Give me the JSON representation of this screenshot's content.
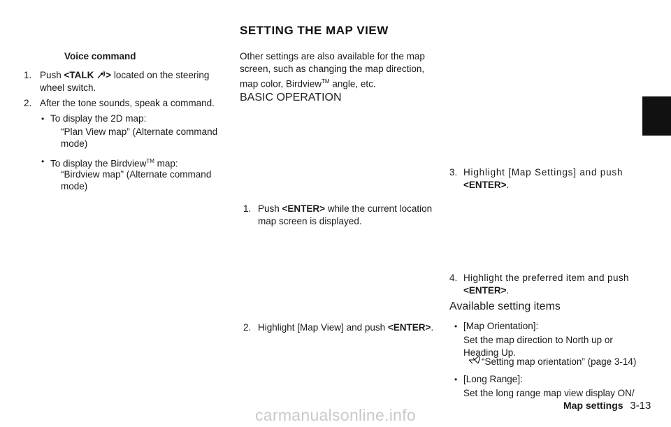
{
  "header": {
    "title": "SETTING THE MAP VIEW"
  },
  "col1": {
    "heading": "Voice command",
    "step1": {
      "num": "1.",
      "pre": "Push ",
      "key": "<TALK",
      "key_end": ">",
      "post": " located on the steering",
      "cont": "wheel switch."
    },
    "step2": {
      "num": "2.",
      "text": "After the tone sounds, speak a command."
    },
    "bullet1": {
      "label": "To display the 2D map:",
      "q1": "“Plan View map” (Alternate command",
      "q2": "mode)"
    },
    "bullet2": {
      "label": "To display the Birdview",
      "tm": "TM",
      "label_end": " map:",
      "q1": "“Birdview map” (Alternate command",
      "q2": "mode)"
    }
  },
  "col2": {
    "intro1": "Other settings are also available for the map",
    "intro2": "screen, such as changing the map direction,",
    "intro3a": "map color, Birdview",
    "intro3tm": "TM",
    "intro3b": " angle, etc.",
    "subhead": "BASIC OPERATION",
    "step1": {
      "num": "1.",
      "pre": "Push ",
      "key": "<ENTER>",
      "post": " while the current location",
      "cont": "map screen is displayed."
    },
    "step2": {
      "num": "2.",
      "pre": "Highlight [Map View] and push ",
      "key": "<ENTER>",
      "post": "."
    }
  },
  "col3": {
    "step3": {
      "num": "3.",
      "text": "Highlight [Map Settings] and push",
      "key": "<ENTER>",
      "post": "."
    },
    "step4": {
      "num": "4.",
      "text": "Highlight the preferred item and push",
      "key": "<ENTER>",
      "post": "."
    },
    "subhead": "Available setting items",
    "item1": {
      "label": "[Map Orientation]:",
      "d1": "Set the map direction to North up or",
      "d2": "Heading Up.",
      "ref": "“Setting map orientation” (page 3-14)"
    },
    "item2": {
      "label": "[Long Range]:",
      "d1": "Set the long range map view display ON/"
    }
  },
  "footer": {
    "section": "Map settings",
    "page": "3-13"
  },
  "watermark": "carmanualsonline.info"
}
